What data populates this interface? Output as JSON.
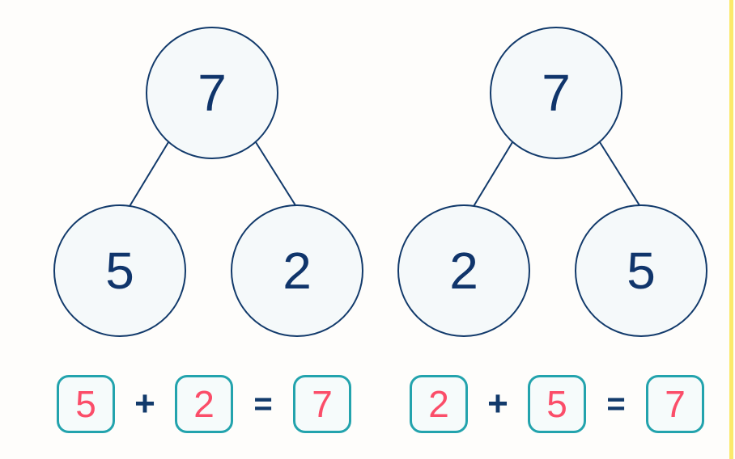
{
  "canvas": {
    "background": "#fefdfb",
    "accent_rule_color": "#fbe96b"
  },
  "theme": {
    "circle_stroke": "#123a6b",
    "circle_fill": "#f5f9fa",
    "circle_number": "#10356b",
    "box_stroke": "#23a3ad",
    "box_fill": "#f6fbfb",
    "box_number": "#fb4d69",
    "operator_color": "#123a6b"
  },
  "bonds": [
    {
      "name": "number-bond-left",
      "whole": "7",
      "part_a": "5",
      "part_b": "2"
    },
    {
      "name": "number-bond-right",
      "whole": "7",
      "part_a": "2",
      "part_b": "5"
    }
  ],
  "equations": [
    {
      "name": "equation-left",
      "addend_a": "5",
      "plus": "+",
      "addend_b": "2",
      "equals": "=",
      "sum": "7"
    },
    {
      "name": "equation-right",
      "addend_a": "2",
      "plus": "+",
      "addend_b": "5",
      "equals": "=",
      "sum": "7"
    }
  ]
}
